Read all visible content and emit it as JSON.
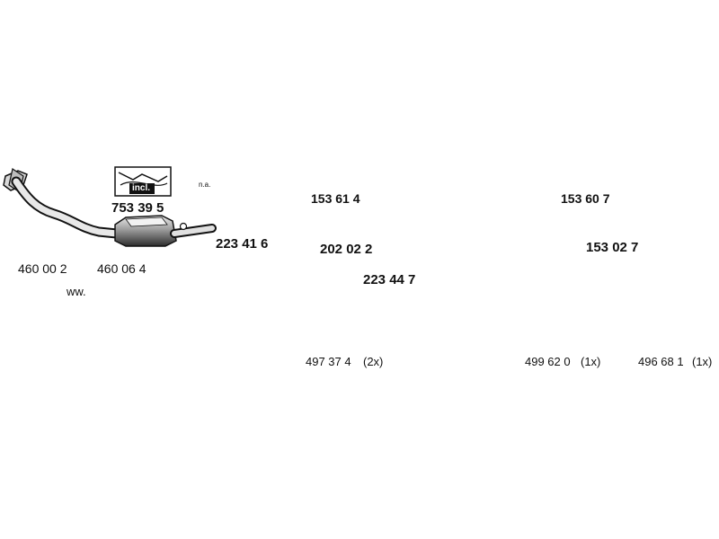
{
  "parts": {
    "catalyst_kit": "753 39 5",
    "kit_badge": "incl.",
    "sensor_note": "n.a.",
    "clamp_1": "223 41 6",
    "box_front": "153 61 4",
    "middle_silencer": "202 02 2",
    "clamp_2": "223 44 7",
    "box_rear": "153 60 7",
    "rear_silencer": "153 02 7",
    "gasket_1": "460 00 2",
    "gasket_2": "460 06 4",
    "alt_marker": "ww."
  },
  "mounts": [
    {
      "part": "497 37 4",
      "qty": "(2x)"
    },
    {
      "part": "499 62 0",
      "qty": "(1x)"
    },
    {
      "part": "496 68 1",
      "qty": "(1x)"
    }
  ],
  "colors": {
    "line": "#111111",
    "fill_light": "#e6e6e6",
    "fill_mid": "#b5b5b5",
    "fill_dark": "#5a5a5a"
  }
}
